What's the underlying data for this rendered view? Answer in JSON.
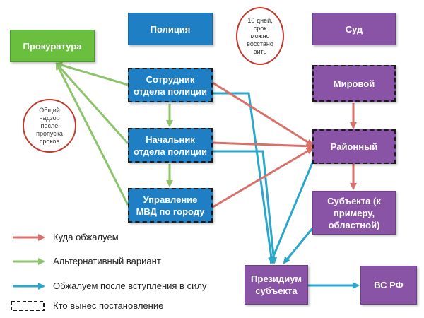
{
  "colors": {
    "blue": "#1f7fc4",
    "purple": "#8a54a6",
    "green_box": "#6abf3f",
    "arrow_red": "#d9706a",
    "arrow_green": "#8cc46a",
    "arrow_teal": "#2aa7c9",
    "note_border": "#c0392b"
  },
  "boxes": {
    "prokuratura": "Прокуратура",
    "policiya": "Полиция",
    "sud": "Суд",
    "sotrudnik": "Сотрудник\nотдела полиции",
    "nachalnik": "Начальник\nотдела полиции",
    "upravlenie": "Управление\nМВД по городу",
    "mirovoy": "Мировой",
    "rayonny": "Районный",
    "subekta": "Субъекта (к\nпримеру,\nобластной)",
    "prezidium": "Президиум\nсубъекта",
    "vs_rf": "ВС РФ"
  },
  "notes": {
    "ten_days": "10 дней,\nсрок\nможно\nвосстано\nвить",
    "nadzor": "Общий\nнадзор\nпосле\nпропуска\nсроков"
  },
  "legend": {
    "red": "Куда обжалуем",
    "green": "Альтернативный вариант",
    "teal": "Обжалуем после вступления в силу",
    "dashed": "Кто вынес постановление"
  }
}
